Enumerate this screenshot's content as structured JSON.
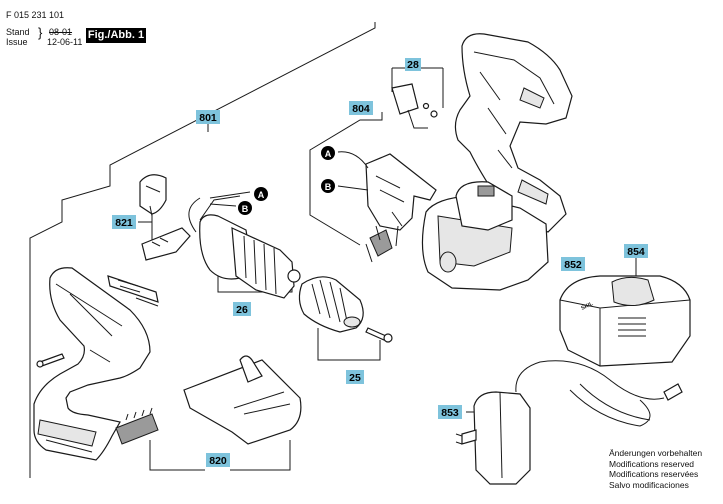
{
  "header": {
    "doc_number": "F 015 231 101",
    "stand_label": "Stand",
    "issue_label": "Issue",
    "stand_date": "08-01",
    "issue_date": "12-06-11",
    "figure_label": "Fig./Abb. 1"
  },
  "callouts": {
    "p801": "801",
    "p28": "28",
    "p804": "804",
    "p821": "821",
    "p26": "26",
    "p25": "25",
    "p852": "852",
    "p854": "854",
    "p853": "853",
    "p820": "820"
  },
  "connectors": {
    "a": "A",
    "b": "B"
  },
  "charger_brand": "SKIL",
  "notes": [
    "Änderungen vorbehalten",
    "Modifications reserved",
    "Modifications reservées",
    "Salvo modificaciones"
  ],
  "colors": {
    "callout_bg": "#7ec3dc",
    "line": "#1a1a1a"
  }
}
